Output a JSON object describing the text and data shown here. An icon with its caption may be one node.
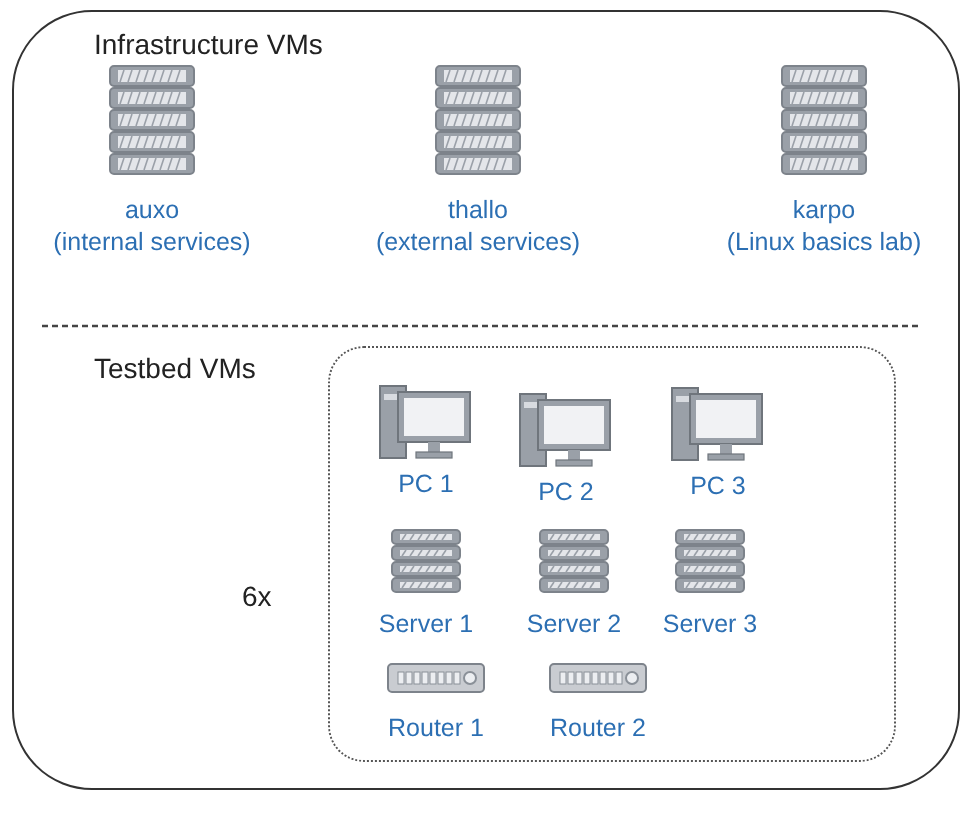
{
  "diagram": {
    "nodes": [
      {
        "text": [
          "Infrastructure VMs"
        ]
      },
      {
        "text": [
          "auxo",
          "(internal services)"
        ],
        "in": 0
      },
      {
        "text": [
          "thallo",
          "(external services)"
        ],
        "in": 0
      },
      {
        "text": [
          "karpo",
          "(Linux basics lab)"
        ],
        "in": 0
      },
      {
        "text": [],
        "shape": "box",
        "in": 0
      },
      {
        "text": [
          "PC 1"
        ],
        "in": 4
      },
      {
        "text": [
          "PC 2"
        ],
        "in": 4
      },
      {
        "text": [
          "PC 3"
        ],
        "in": 4
      },
      {
        "text": [
          "Server 1"
        ],
        "in": 4
      },
      {
        "text": [
          "Server 2"
        ],
        "in": 4
      },
      {
        "text": [
          "Server 3"
        ],
        "in": 4
      },
      {
        "text": [
          "Router 1"
        ],
        "in": 4
      },
      {
        "text": [
          "Router 2"
        ],
        "in": 4
      }
    ],
    "edges": [],
    "labels": [
      "Testbed VMs",
      "6x"
    ]
  }
}
